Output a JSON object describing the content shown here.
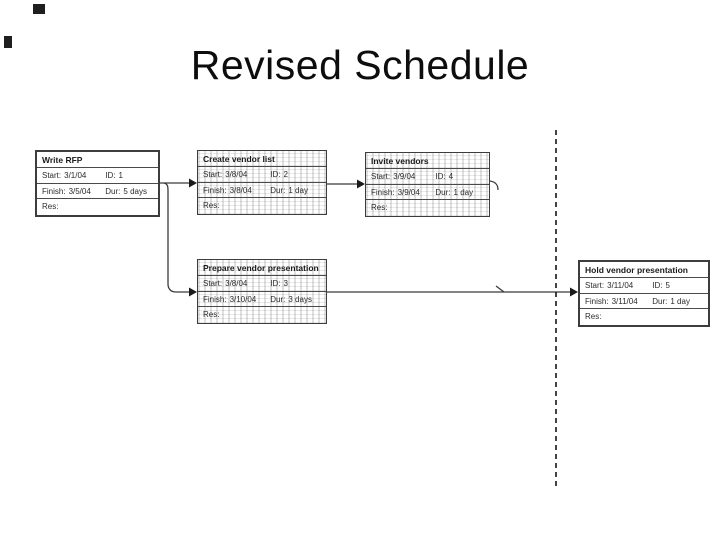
{
  "slide": {
    "title": "Revised Schedule"
  },
  "labels": {
    "start": "Start:",
    "id": "ID:",
    "finish": "Finish:",
    "dur": "Dur:",
    "res": "Res:"
  },
  "tasks": [
    {
      "name": "Write RFP",
      "start": "3/1/04",
      "id": "1",
      "finish": "3/5/04",
      "dur": "5 days"
    },
    {
      "name": "Create vendor list",
      "start": "3/8/04",
      "id": "2",
      "finish": "3/8/04",
      "dur": "1 day"
    },
    {
      "name": "Invite vendors",
      "start": "3/9/04",
      "id": "4",
      "finish": "3/9/04",
      "dur": "1 day"
    },
    {
      "name": "Prepare vendor presentation",
      "start": "3/8/04",
      "id": "3",
      "finish": "3/10/04",
      "dur": "3 days"
    },
    {
      "name": "Hold vendor presentation",
      "start": "3/11/04",
      "id": "5",
      "finish": "3/11/04",
      "dur": "1 day"
    }
  ],
  "colors": {
    "connector": "#3a3a3a",
    "arrowhead": "#1a1a1a",
    "box_border": "#3d3d3d",
    "dashed_line": "#161616",
    "text": "#2b2b2b"
  }
}
